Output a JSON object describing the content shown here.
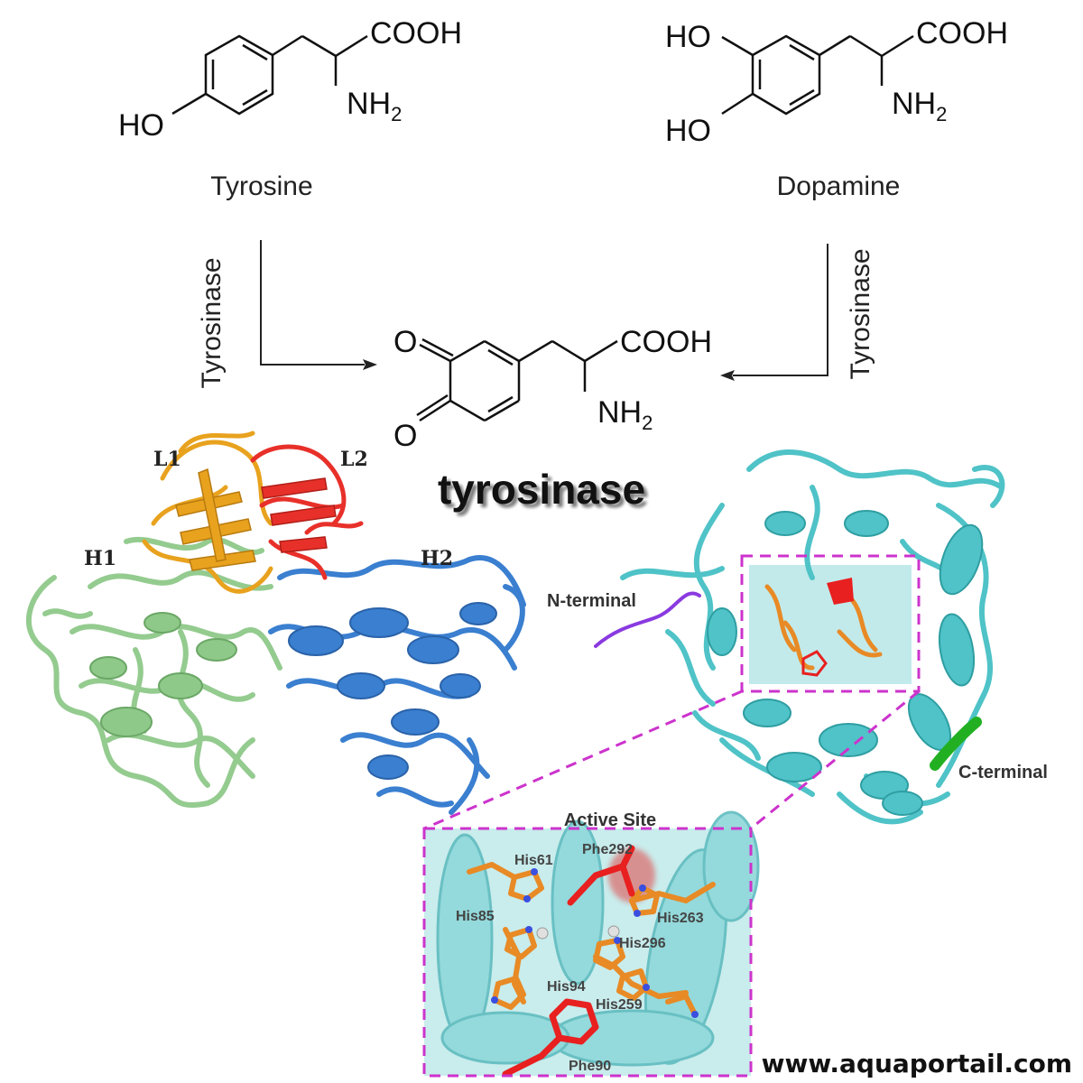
{
  "molecules": {
    "tyrosine": {
      "name": "Tyrosine",
      "hydroxyl": "HO",
      "acid": "COOH",
      "amine_main": "NH",
      "amine_sub": "2"
    },
    "dopamine": {
      "name": "Dopamine",
      "hydroxyl_top": "HO",
      "hydroxyl_bottom": "HO",
      "acid": "COOH",
      "amine_main": "NH",
      "amine_sub": "2"
    },
    "product": {
      "oxo_top": "O",
      "oxo_bottom": "O",
      "acid": "COOH",
      "amine_main": "NH",
      "amine_sub": "2"
    }
  },
  "enzyme_labels": {
    "left": "Tyrosinase",
    "right": "Tyrosinase"
  },
  "title": "tyrosinase",
  "left_structure": {
    "domains": [
      "L1",
      "L2",
      "H1",
      "H2"
    ],
    "colors": {
      "L1": "#e8a21e",
      "L2": "#e8302a",
      "H1": "#8fc98a",
      "H2": "#3a7fd0"
    }
  },
  "right_structure": {
    "n_terminal": "N-terminal",
    "c_terminal": "C-terminal",
    "active_site": "Active Site",
    "residues": [
      "His61",
      "Phe292",
      "His85",
      "His263",
      "His296",
      "His94",
      "His259",
      "Phe90"
    ],
    "colors": {
      "protein": "#4fc3c7",
      "n_terminal": "#8a3ae0",
      "c_terminal": "#22b022",
      "highlight": "#cc33cc",
      "his": "#e88a25",
      "phe": "#e82020"
    }
  },
  "website": "www.aquaportail.com"
}
